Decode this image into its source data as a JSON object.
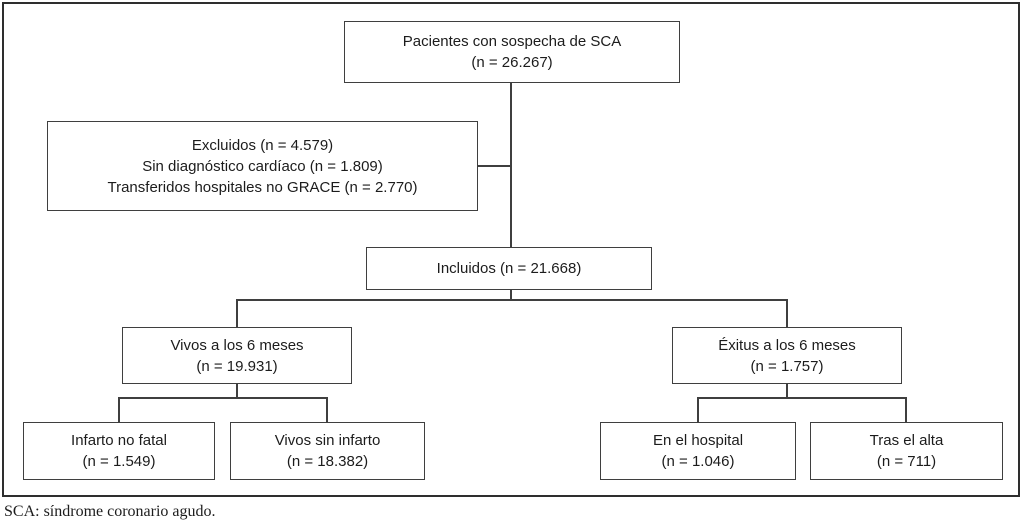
{
  "diagram": {
    "nodes": {
      "suspected": {
        "lines": [
          "Pacientes con sospecha de SCA",
          "(n = 26.267)"
        ]
      },
      "excluded": {
        "lines": [
          "Excluidos (n = 4.579)",
          "Sin diagnóstico cardíaco (n = 1.809)",
          "Transferidos hospitales no GRACE (n = 2.770)"
        ]
      },
      "included": {
        "lines": [
          "Incluidos (n = 21.668)"
        ]
      },
      "alive_6_months": {
        "lines": [
          "Vivos a los 6 meses",
          "(n = 19.931)"
        ]
      },
      "death_6_months": {
        "lines": [
          "Éxitus a los 6 meses",
          "(n = 1.757)"
        ]
      },
      "nonfatal_infarction": {
        "lines": [
          "Infarto no fatal",
          "(n = 1.549)"
        ]
      },
      "alive_no_infarction": {
        "lines": [
          "Vivos sin infarto",
          "(n = 18.382)"
        ]
      },
      "in_hospital": {
        "lines": [
          "En el hospital",
          "(n = 1.046)"
        ]
      },
      "after_discharge": {
        "lines": [
          "Tras el alta",
          "(n = 711)"
        ]
      }
    },
    "footnote": "SCA: síndrome coronario agudo.",
    "colors": {
      "line": "#3f3f3f",
      "frame_border": "#2e2e2e",
      "text": "#1c1c1c",
      "background": "#ffffff"
    }
  }
}
